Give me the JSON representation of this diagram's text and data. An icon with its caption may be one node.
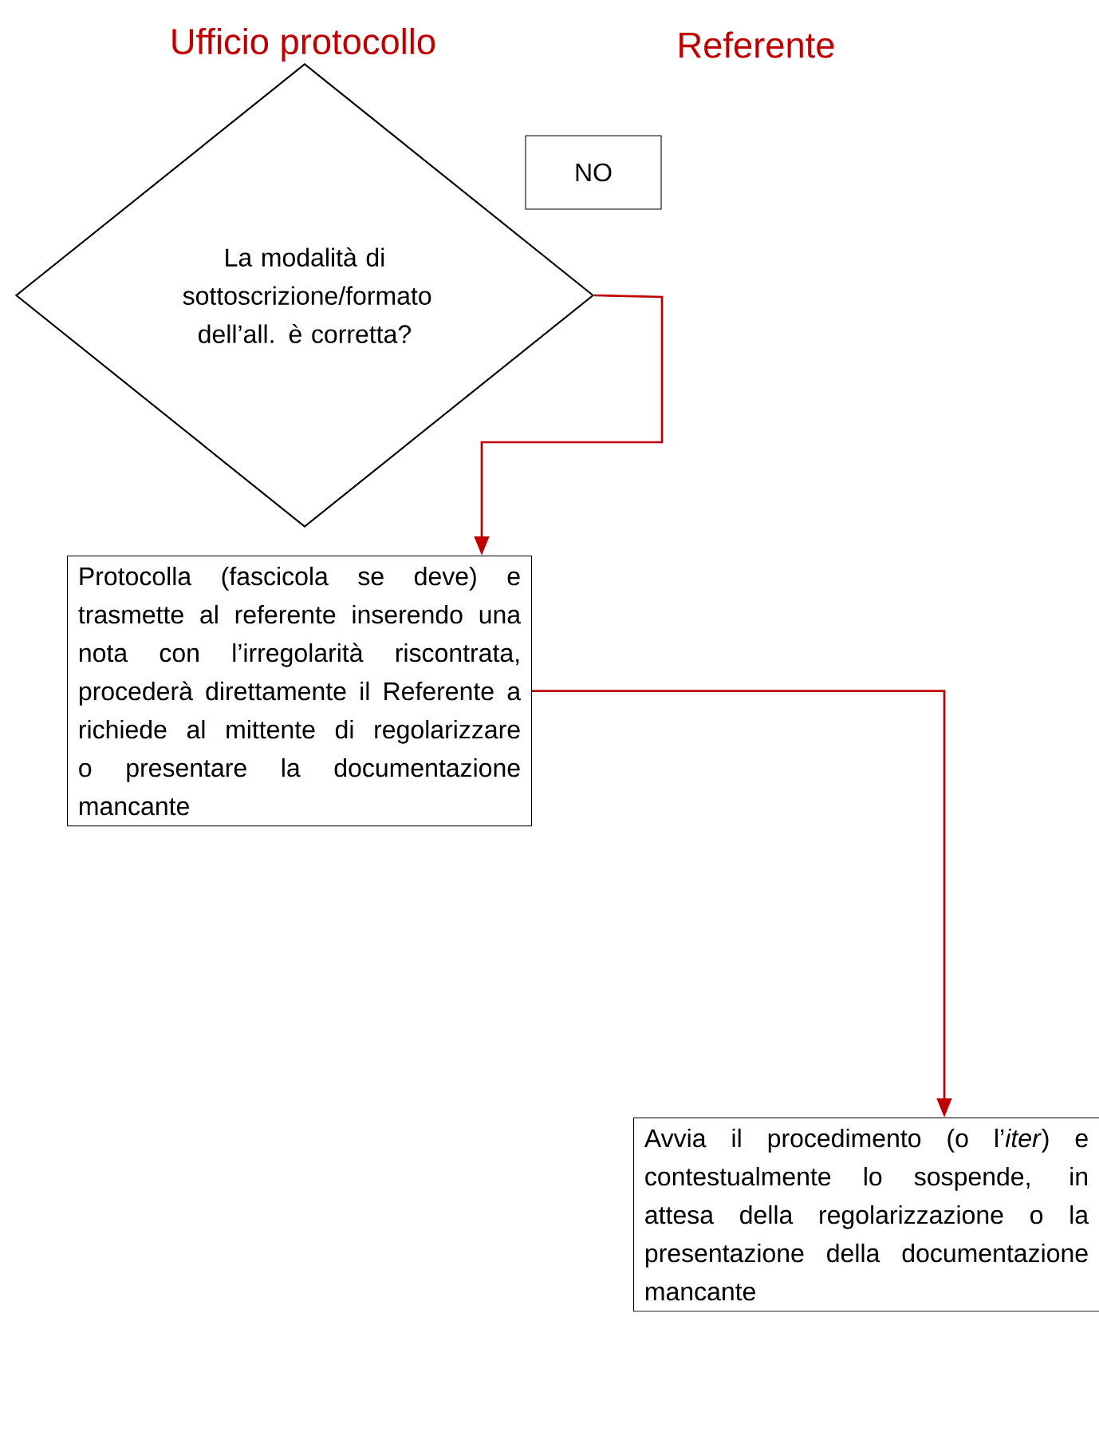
{
  "diagram": {
    "nodes": [
      {
        "text": [
          "La modalità di sottoscrizione/formato dell’all. è corretta?"
        ]
      },
      {
        "text": [
          "NO"
        ]
      },
      {
        "text": [
          "Protocolla (fascicola se deve) e trasmette al referente inserendo una nota con l’irregolarità riscontrata, procederà direttamente il Referente a richiede al mittente di regolarizzare o presentare la documentazione mancante"
        ]
      },
      {
        "text": [
          "Avvia il procedimento (o l’*iter*) e contestualmente lo sospende, in attesa della regolarizzazione o la presentazione della documentazione mancante"
        ]
      }
    ],
    "edges": [
      {
        "from": 0,
        "to": 2,
        "arrow": "to"
      },
      {
        "from": 2,
        "to": 3,
        "arrow": "to"
      }
    ],
    "labels": [
      "Ufficio protocollo",
      "Referente"
    ]
  }
}
